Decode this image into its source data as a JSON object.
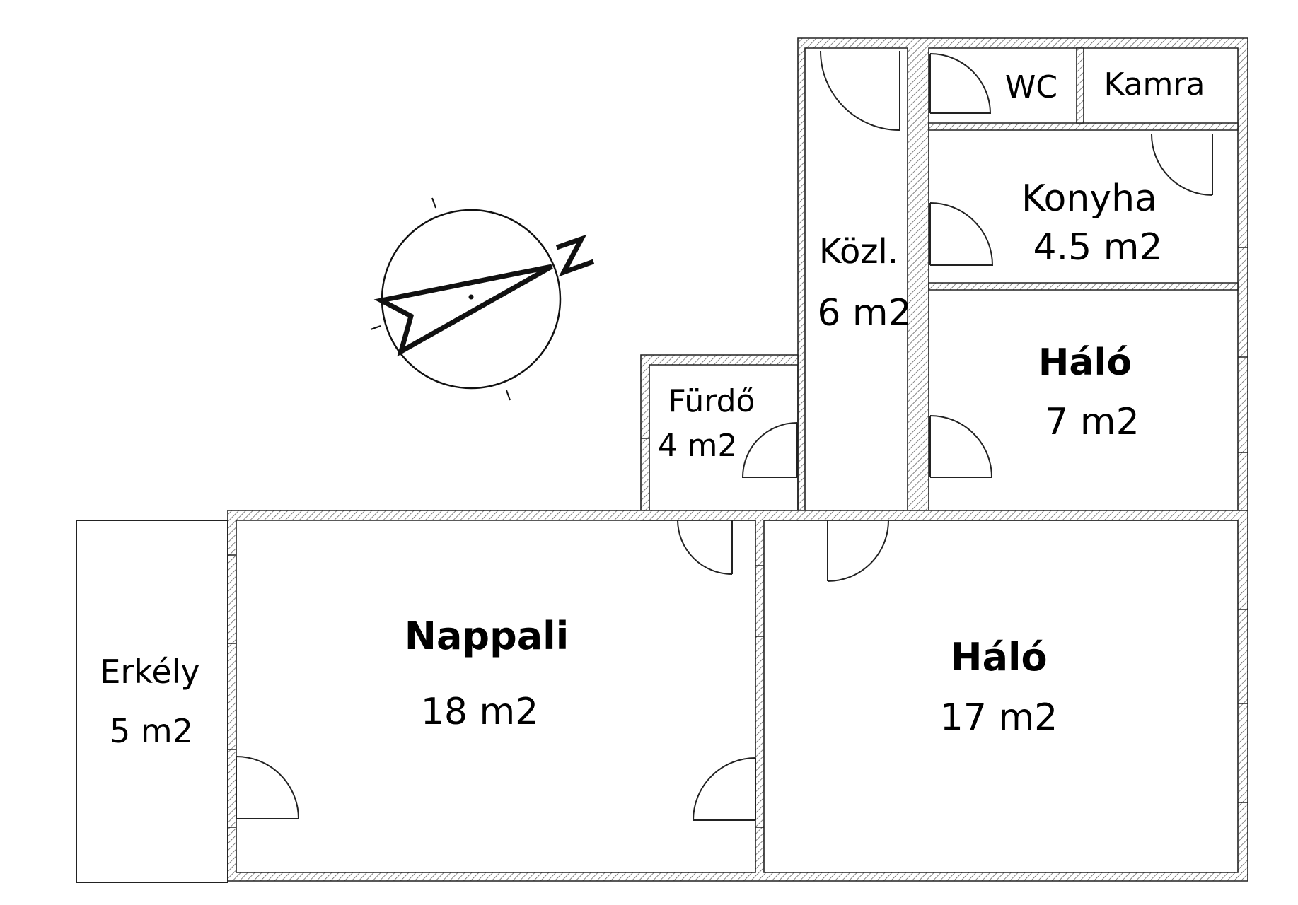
{
  "floor_plan": {
    "compass": {
      "north_letter": "N"
    },
    "rooms": {
      "wc": {
        "name": "WC"
      },
      "kamra": {
        "name": "Kamra"
      },
      "konyha": {
        "name": "Konyha",
        "area": "4.5 m2"
      },
      "kozl": {
        "name": "Közl.",
        "area": "6 m2"
      },
      "halo_small": {
        "name": "Háló",
        "area": "7 m2"
      },
      "furdo": {
        "name": "Fürdő",
        "area": "4 m2"
      },
      "nappali": {
        "name": "Nappali",
        "area": "18 m2"
      },
      "halo_large": {
        "name": "Háló",
        "area": "17 m2"
      },
      "erkely": {
        "name": "Erkély",
        "area": "5 m2"
      }
    }
  }
}
